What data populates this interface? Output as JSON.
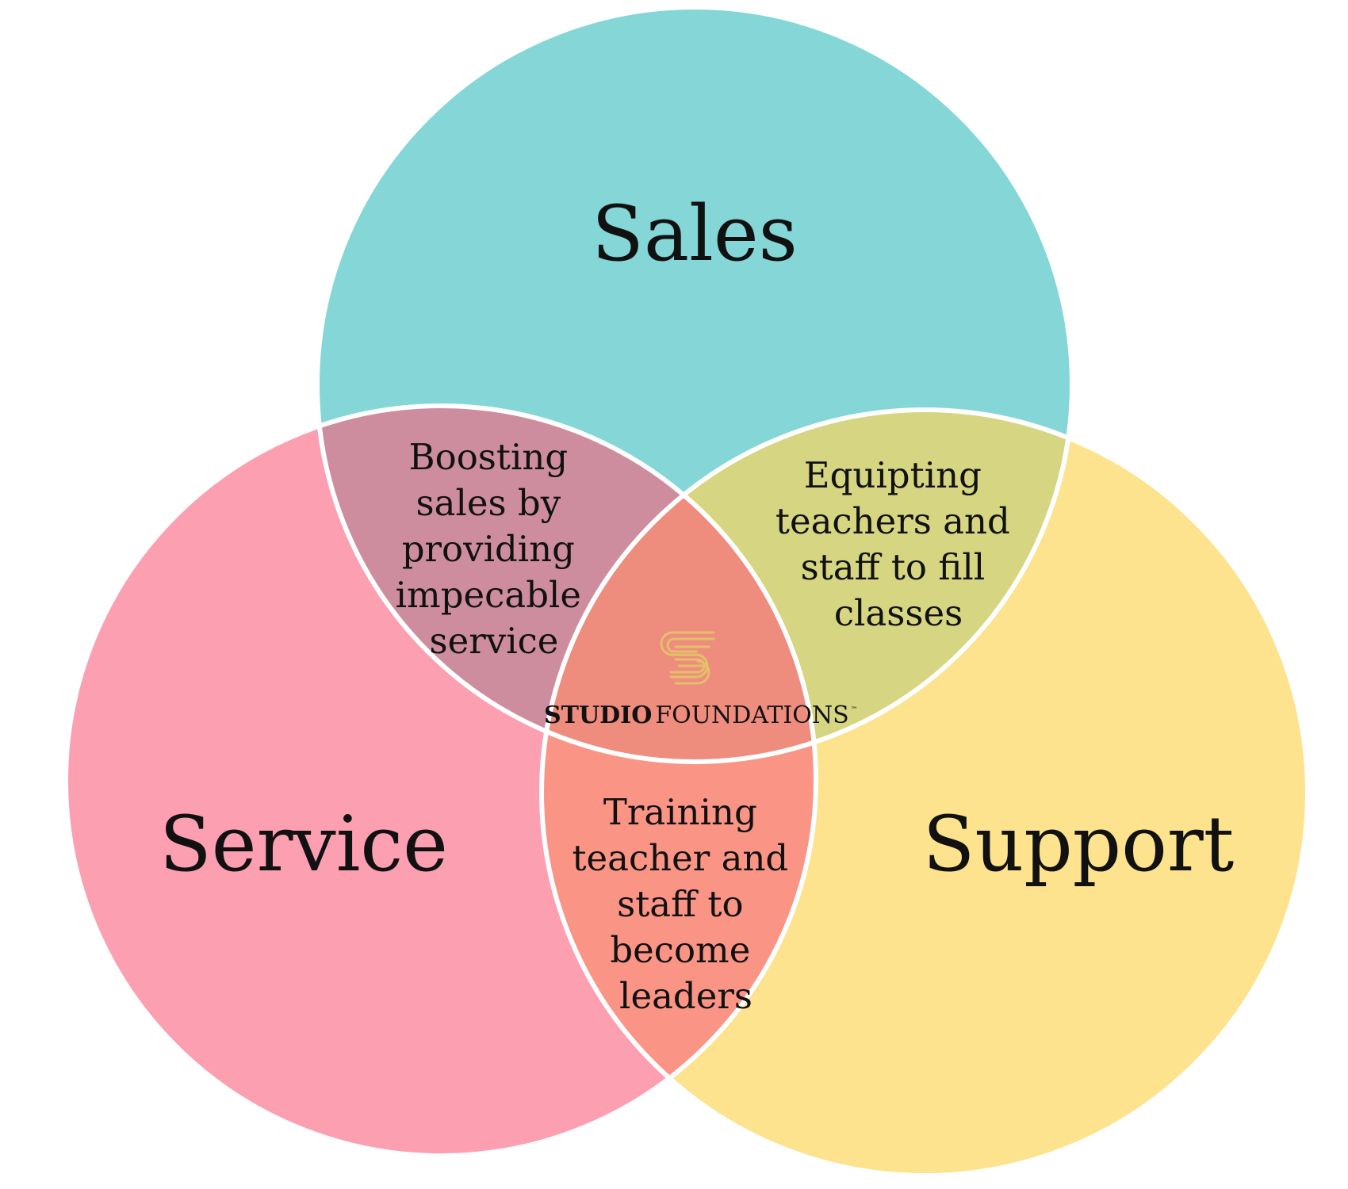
{
  "colors": {
    "sales": "#84d6d7",
    "service": "#fc9fb1",
    "support": "#fde38e",
    "sales_service": "#cd8d9f",
    "sales_support": "#d5d582",
    "service_support": "#fa9586",
    "center": "#ee8c7d",
    "outline": "#ffffff",
    "logo_gold": "#e4c06a"
  },
  "circles": {
    "sales": "Sales",
    "service": "Service",
    "support": "Support"
  },
  "regions": {
    "sales_service": [
      "Boosting",
      "sales by",
      "providing",
      "impecable",
      "service"
    ],
    "sales_support": [
      "Equipting",
      "teachers and",
      "staff to fill",
      "classes"
    ],
    "service_support": [
      "Training",
      "teacher and",
      "staff to",
      "become",
      "leaders"
    ]
  },
  "logo": {
    "icon": "stacked-s-logo-icon",
    "word1": "STUDIO",
    "word2": "FOUNDATIONS",
    "tm": "™"
  }
}
